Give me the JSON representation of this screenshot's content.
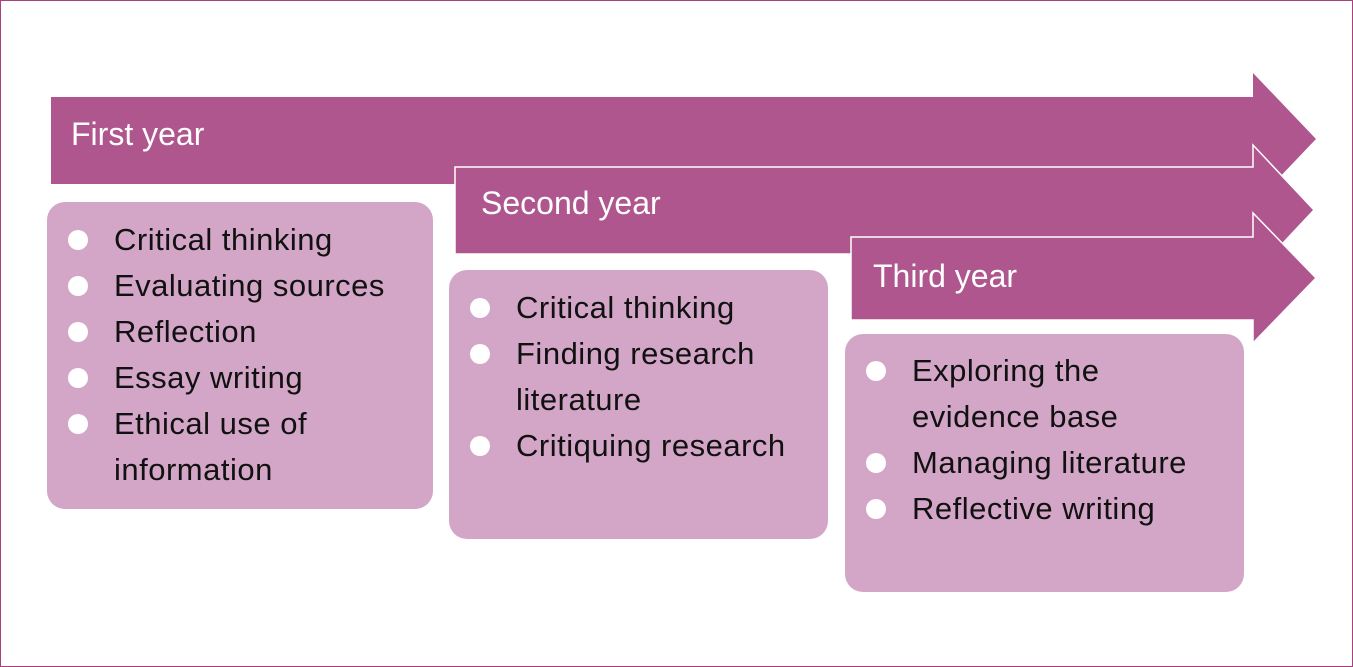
{
  "diagram": {
    "colors": {
      "arrow": "#b0568f",
      "box": "#d3a6c7",
      "border": "#a8427f",
      "bullet": "#ffffff"
    },
    "years": [
      {
        "label": "First year",
        "items": [
          "Critical thinking",
          "Evaluating sources",
          "Reflection",
          "Essay writing",
          "Ethical use of information"
        ]
      },
      {
        "label": "Second year",
        "items": [
          "Critical thinking",
          "Finding research literature",
          "Critiquing research"
        ]
      },
      {
        "label": "Third year",
        "items": [
          "Exploring the evidence base",
          "Managing literature",
          "Reflective writing"
        ]
      }
    ]
  }
}
